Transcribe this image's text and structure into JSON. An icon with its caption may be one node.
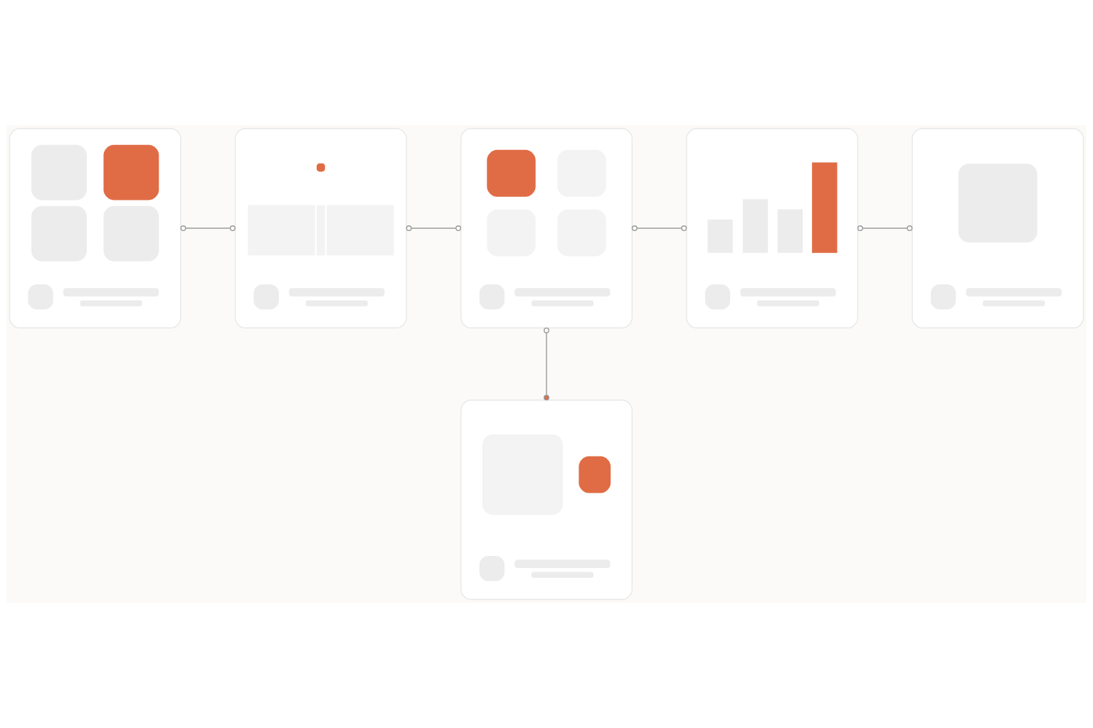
{
  "diagram": {
    "nodes": [
      {
        "text": [],
        "shape": "picture"
      },
      {
        "text": [],
        "shape": "picture"
      },
      {
        "text": [],
        "shape": "picture"
      },
      {
        "text": [],
        "shape": "picture"
      },
      {
        "text": [],
        "shape": "picture"
      },
      {
        "text": [],
        "shape": "picture"
      }
    ],
    "edges": [
      {
        "from": 0,
        "to": 1,
        "arrow": "other"
      },
      {
        "from": 1,
        "to": 2,
        "arrow": "other"
      },
      {
        "from": 2,
        "to": 3,
        "arrow": "other"
      },
      {
        "from": 3,
        "to": 4,
        "arrow": "other"
      },
      {
        "from": 2,
        "to": 5,
        "arrow": "other"
      }
    ]
  }
}
